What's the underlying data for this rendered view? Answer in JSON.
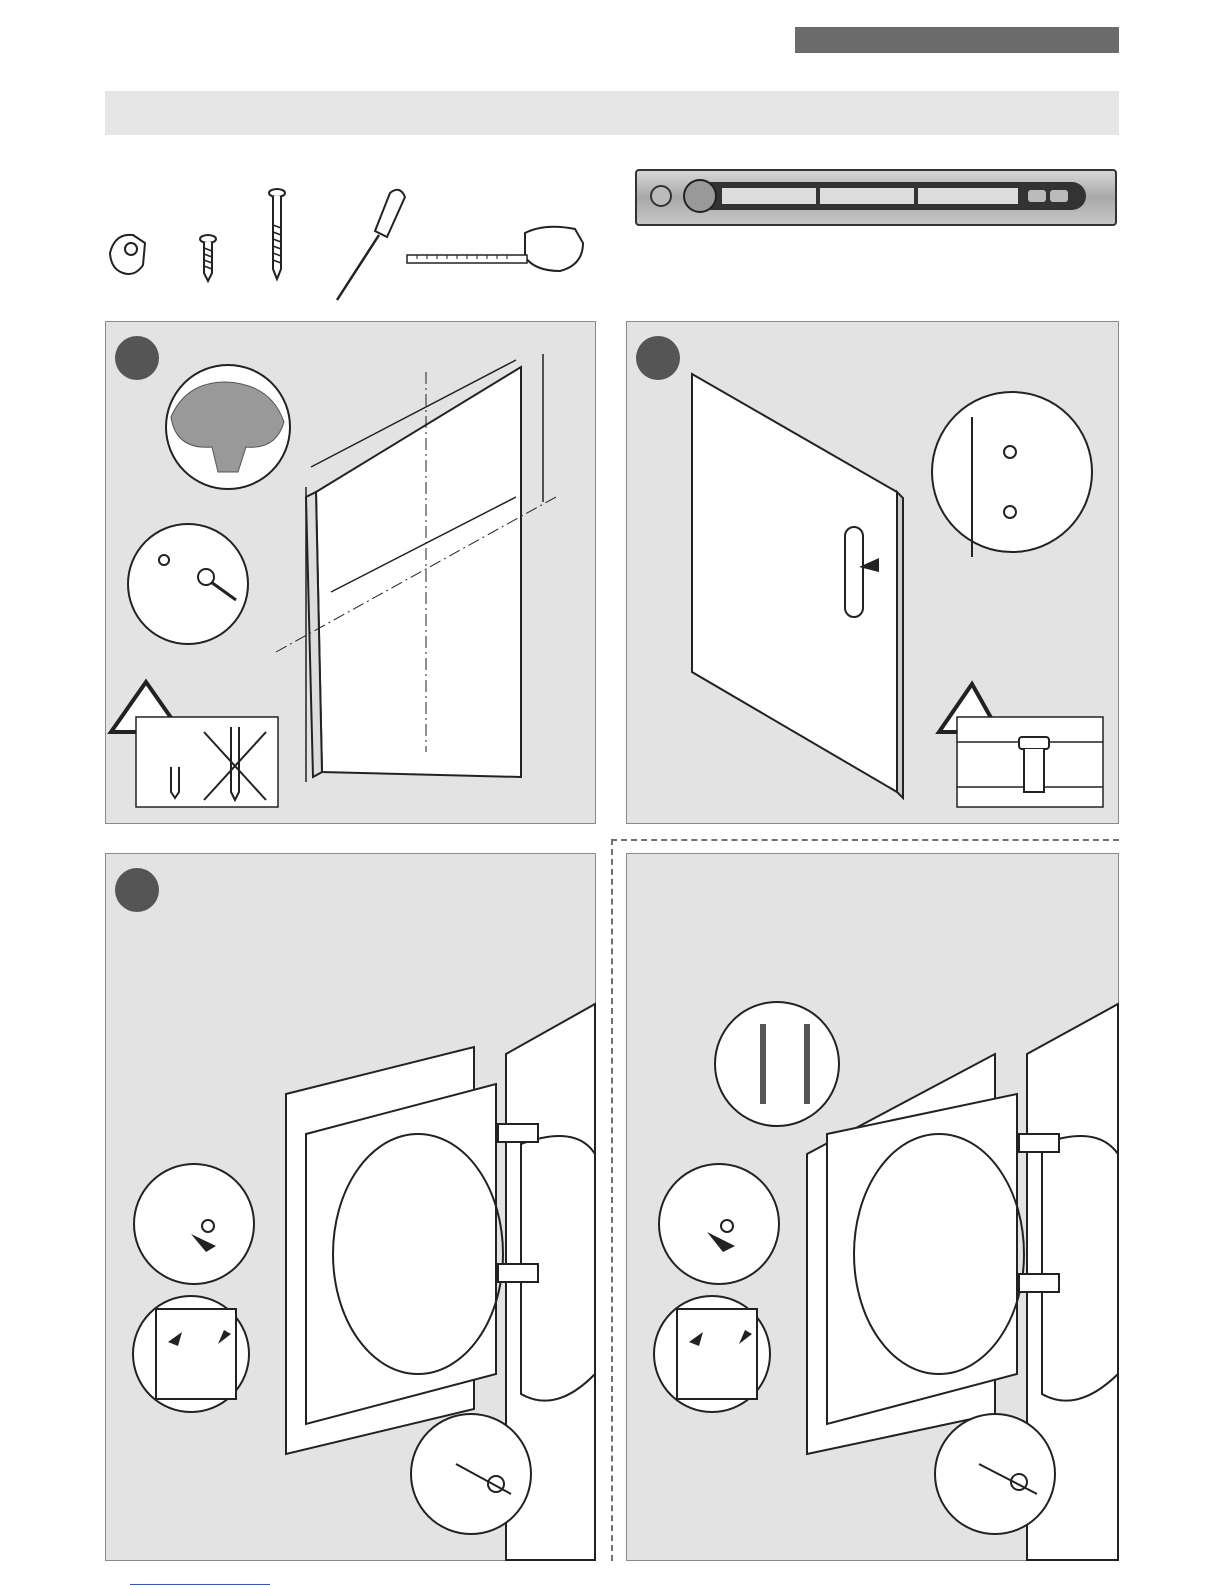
{
  "header": {
    "tab_color": "#6b6b6b",
    "band_color": "#e6e6e6"
  },
  "steps": [
    {
      "id": 1,
      "marker_icon": "step-circle-icon"
    },
    {
      "id": 2,
      "marker_icon": "step-circle-icon"
    },
    {
      "id": 3,
      "marker_icon": "step-circle-icon"
    },
    {
      "id": 4,
      "marker_icon": "step-circle-icon"
    }
  ],
  "tools": [
    "hinge-clip-icon",
    "short-screw-icon",
    "long-screw-icon",
    "screwdriver-icon",
    "tape-measure-icon"
  ],
  "control_panel": {
    "buttons": [
      "power-button-icon",
      "program-dial-icon",
      "start-button-icon",
      "pause-button-icon"
    ]
  },
  "colors": {
    "panel_bg": "#e3e3e3",
    "panel_border": "#8a8a8a",
    "marker": "#555555"
  },
  "footer": {
    "link_text": ""
  }
}
